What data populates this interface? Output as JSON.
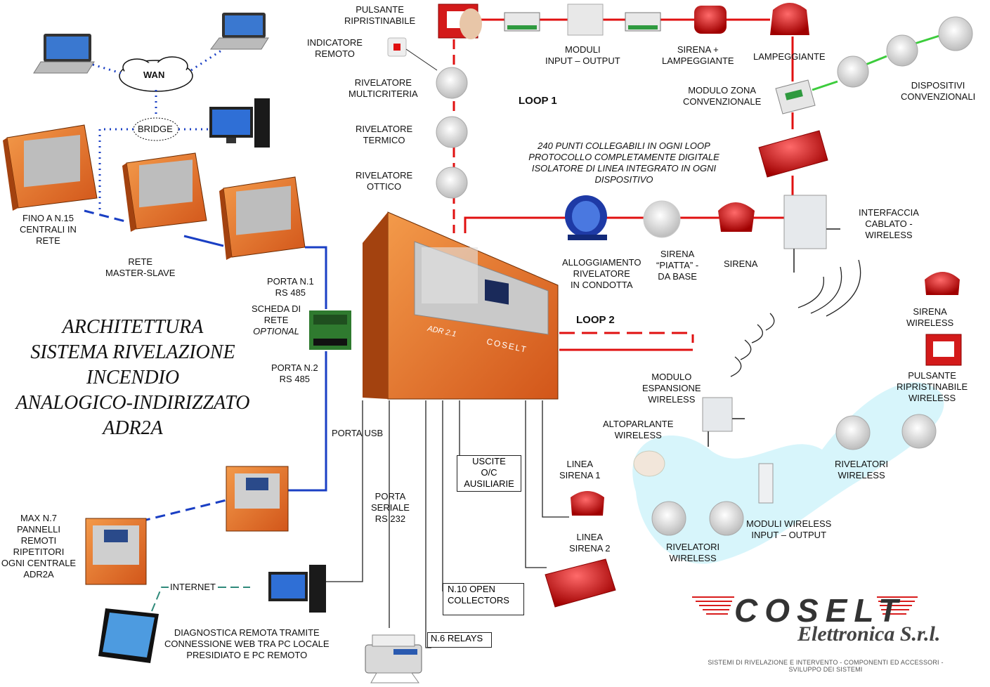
{
  "title": [
    "ARCHITETTURA",
    "SISTEMA RIVELAZIONE",
    "INCENDIO",
    "ANALOGICO-INDIRIZZATO",
    "ADR2A"
  ],
  "network": {
    "wan": "WAN",
    "bridge": "BRIDGE",
    "max_centrali": [
      "FINO A N.15",
      "CENTRALI IN",
      "RETE"
    ],
    "master_slave": [
      "RETE",
      "MASTER-SLAVE"
    ],
    "porta1": [
      "PORTA N.1",
      "RS 485"
    ],
    "scheda": [
      "SCHEDA DI",
      "RETE",
      "OPTIONAL"
    ],
    "porta2": [
      "PORTA N.2",
      "RS 485"
    ],
    "porta_usb": "PORTA USB",
    "pannelli": [
      "MAX N.7",
      "PANNELLI",
      "REMOTI",
      "RIPETITORI",
      "OGNI CENTRALE",
      "ADR2A"
    ],
    "internet": "INTERNET",
    "diagnostica": [
      "DIAGNOSTICA REMOTA TRAMITE",
      "CONNESSIONE WEB TRA PC  LOCALE",
      "PRESIDIATO E  PC REMOTO"
    ]
  },
  "panel": {
    "model": "ADR 2.1",
    "brand": "COSELT"
  },
  "outputs": {
    "seriale": [
      "PORTA",
      "SERIALE",
      "RS 232"
    ],
    "uscite": [
      "USCITE",
      "O/C",
      "AUSILIARIE"
    ],
    "open_collectors": [
      "N.10 OPEN",
      "COLLECTORS"
    ],
    "relays": "N.6 RELAYS",
    "linea1": [
      "LINEA",
      "SIRENA 1"
    ],
    "linea2": [
      "LINEA",
      "SIRENA 2"
    ]
  },
  "loop1": {
    "name": "LOOP 1",
    "pulsante": [
      "PULSANTE",
      "RIPRISTINABILE"
    ],
    "indicatore": [
      "INDICATORE",
      "REMOTO"
    ],
    "multicriteria": [
      "RIVELATORE",
      "MULTICRITERIA"
    ],
    "termico": [
      "RIVELATORE",
      "TERMICO"
    ],
    "ottico": [
      "RIVELATORE",
      "OTTICO"
    ],
    "moduli": [
      "MODULI",
      "INPUT – OUTPUT"
    ],
    "sirena_lamp": [
      "SIRENA +",
      "LAMPEGGIANTE"
    ],
    "lampeggiante": "LAMPEGGIANTE",
    "modulo_zona": [
      "MODULO ZONA",
      "CONVENZIONALE"
    ],
    "convenzionali": [
      "DISPOSITIVI",
      "CONVENZIONALI"
    ],
    "info": [
      "240 PUNTI COLLEGABILI IN OGNI LOOP",
      "PROTOCOLLO COMPLETAMENTE DIGITALE",
      "ISOLATORE DI LINEA INTEGRATO IN OGNI",
      "DISPOSITIVO"
    ],
    "alloggiamento": [
      "ALLOGGIAMENTO",
      "RIVELATORE",
      "IN CONDOTTA"
    ],
    "sirena_piatta": [
      "SIRENA",
      "“PIATTA” -",
      "DA BASE"
    ],
    "sirena": "SIRENA",
    "interfaccia": [
      "INTERFACCIA",
      "CABLATO -",
      "WIRELESS"
    ]
  },
  "loop2": {
    "name": "LOOP 2"
  },
  "wireless": {
    "sirena": [
      "SIRENA",
      "WIRELESS"
    ],
    "pulsante": [
      "PULSANTE",
      "RIPRISTINABILE",
      "WIRELESS"
    ],
    "rivelatori_right": [
      "RIVELATORI",
      "WIRELESS"
    ],
    "modulo_esp": [
      "MODULO",
      "ESPANSIONE",
      "WIRELESS"
    ],
    "altoparlante": [
      "ALTOPARLANTE",
      "WIRELESS"
    ],
    "moduli_io": [
      "MODULI WIRELESS",
      "INPUT – OUTPUT"
    ],
    "rivelatori_bottom": [
      "RIVELATORI",
      "WIRELESS"
    ]
  },
  "logo": {
    "main": "COSELT",
    "sub": "Elettronica S.r.l.",
    "tagline": "SISTEMI DI RIVELAZIONE E INTERVENTO - COMPONENTI ED ACCESSORI - SVILUPPO DEI SISTEMI"
  },
  "colors": {
    "panel_orange": "#e8732a",
    "loop_red": "#e01010",
    "network_blue": "#1a3fc4",
    "conv_green": "#3ccc3c",
    "wireless_cyan": "#aee9f5"
  }
}
